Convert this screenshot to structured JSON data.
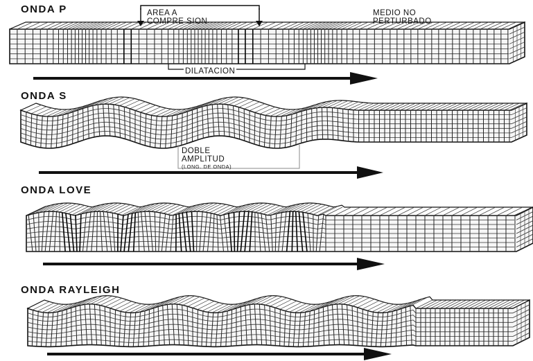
{
  "panels": [
    {
      "title": "ONDA P",
      "annotations": {
        "compression": "AREA A\nCOMPRE SION",
        "undisturbed": "MEDIO NO\nPERTURBADO",
        "dilation": "DILATACION"
      }
    },
    {
      "title": "ONDA S",
      "annotations": {
        "amplitude": "DOBLE\nAMPLITUD",
        "wavelength": "(LONG. DE ONDA)"
      }
    },
    {
      "title": "ONDA LOVE"
    },
    {
      "title": "ONDA RAYLEIGH"
    }
  ]
}
